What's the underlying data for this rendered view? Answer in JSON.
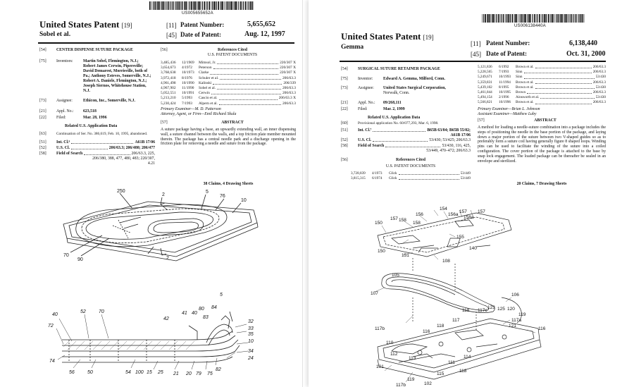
{
  "left": {
    "barcode_number": "US005655652A",
    "title": "United States Patent",
    "title_code": "[19]",
    "inventor_short": "Sobel et al.",
    "patent_number_code": "[11]",
    "patent_number_label": "Patent Number:",
    "patent_number": "5,655,652",
    "date_code": "[45]",
    "date_label": "Date of Patent:",
    "date": "Aug. 12, 1997",
    "field54_code": "[54]",
    "field54": "CENTER DISPENSE SUTURE PACKAGE",
    "field75_code": "[75]",
    "field75_label": "Inventors:",
    "inventors": [
      "Martin Sobel, Flemington, N.J.;",
      "Robert James Cerwin, Pipersville;",
      "David Demarest, Morrisville, both of",
      "Pa.; Anthony Esteves, Somerville, N.J.;",
      "Robert A. Daniele, Flemington, N.J.;",
      "Joseph Siernos, Whitehouse Station,",
      "N.J."
    ],
    "field73_code": "[73]",
    "field73_label": "Assignee:",
    "assignee": "Ethicon, Inc., Somerville, N.J.",
    "field21_code": "[21]",
    "field21_label": "Appl. No.:",
    "appl_no": "623,518",
    "field22_code": "[22]",
    "field22_label": "Filed:",
    "filed": "Mar. 28, 1996",
    "related_heading": "Related U.S. Application Data",
    "field63_code": "[63]",
    "field63": "Continuation of Ser. No. 386,619, Feb. 10, 1995, abandoned.",
    "field51_code": "[51]",
    "field51_label": "Int. Cl.⁶",
    "int_cl": "A61B 17/06",
    "field52_code": "[52]",
    "field52_label": "U.S. Cl.",
    "us_cl": "206/63.3; 206/480; 206/477",
    "field58_code": "[58]",
    "field58_label": "Field of Search",
    "field_search": [
      "206/63.3, 225,",
      "206/380, 388, 477, 480, 483; 220/307,",
      "4.21"
    ],
    "field56_code": "[56]",
    "refs_heading": "References Cited",
    "refs_sub": "U.S. PATENT DOCUMENTS",
    "refs": [
      {
        "num": "3,485,436",
        "date": "12/1969",
        "name": "Mimsol, Jr.",
        "cls": "220/307 X"
      },
      {
        "num": "3,654,673",
        "date": "4/1972",
        "name": "Peterson",
        "cls": "220/307 X"
      },
      {
        "num": "3,768,638",
        "date": "10/1973",
        "name": "Clarke",
        "cls": "220/307 X"
      },
      {
        "num": "3,972,418",
        "date": "8/1976",
        "name": "Schuler et al.",
        "cls": "206/63.3"
      },
      {
        "num": "4,961,498",
        "date": "10/1990",
        "name": "Kalinski",
        "cls": "206/339"
      },
      {
        "num": "4,967,902",
        "date": "11/1990",
        "name": "Sobel et al.",
        "cls": "206/63.3"
      },
      {
        "num": "5,052,551",
        "date": "10/1991",
        "name": "Cerwin",
        "cls": "206/63.3"
      },
      {
        "num": "5,213,210",
        "date": "5/1993",
        "name": "Cascio et al.",
        "cls": "206/63.3 X"
      },
      {
        "num": "5,230,424",
        "date": "7/1993",
        "name": "Alpern et al.",
        "cls": "206/63.3"
      }
    ],
    "examiner": "Primary Examiner—M. D. Patterson",
    "attorney": "Attorney, Agent, or Firm—Emil Richard Skula",
    "field57_code": "[57]",
    "abstract_heading": "ABSTRACT",
    "abstract": "A suture package having a base, an upwardly extending wall, an inner dispensing wall, a suture channel between the walls, and a top friction plate member mounted therein. The package has a central needle park and a discharge opening in the friction plate for removing a needle and suture from the package.",
    "claims": "38 Claims, 4 Drawing Sheets",
    "fig1_labels": [
      "250",
      "2",
      "5",
      "76",
      "10",
      "70",
      "90",
      "2"
    ],
    "fig2_labels": [
      "5",
      "40",
      "52",
      "70",
      "41",
      "40",
      "80",
      "84",
      "42",
      "83",
      "32",
      "33",
      "72",
      "35",
      "10",
      "34",
      "74",
      "24",
      "56",
      "50",
      "54",
      "100",
      "15",
      "25",
      "21",
      "20",
      "79",
      "75",
      "82"
    ]
  },
  "right": {
    "barcode_number": "US006138440A",
    "title": "United States Patent",
    "title_code": "[19]",
    "inventor_short": "Gemma",
    "patent_number_code": "[11]",
    "patent_number_label": "Patent Number:",
    "patent_number": "6,138,440",
    "date_code": "[45]",
    "date_label": "Date of Patent:",
    "date": "Oct. 31, 2000",
    "field54_code": "[54]",
    "field54": "SURGICAL SUTURE RETAINER PACKAGE",
    "field75_code": "[75]",
    "field75_label": "Inventor:",
    "inventor": "Edward A. Gemma, Milford, Conn.",
    "field73_code": "[73]",
    "field73_label": "Assignee:",
    "assignee": [
      "United States Surgical Corporation,",
      "Norwalk, Conn."
    ],
    "field21_code": "[21]",
    "field21_label": "Appl. No.:",
    "appl_no": "09/268,111",
    "field22_code": "[22]",
    "field22_label": "Filed:",
    "filed": "Mar. 2, 1999",
    "related_heading": "Related U.S. Application Data",
    "field60_code": "[60]",
    "field60": "Provisional application No. 60/077,293, Mar. 6, 1998.",
    "field51_code": "[51]",
    "field51_label": "Int. Cl.⁷",
    "int_cl": [
      "B65B 63/04; B65B 55/02;",
      "A61B 17/06"
    ],
    "field52_code": "[52]",
    "field52_label": "U.S. Cl.",
    "us_cl": "53/430; 53/425; 206/63.3",
    "field58_code": "[58]",
    "field58_label": "Field of Search",
    "field_search": [
      "53/430, 116, 425,",
      "53/449, 470–472; 206/63.3"
    ],
    "field56_code": "[56]",
    "refs_heading": "References Cited",
    "refs_sub": "U.S. PATENT DOCUMENTS",
    "refs": [
      {
        "num": "3,728,839",
        "date": "4/1973",
        "name": "Glick",
        "cls": "53/449"
      },
      {
        "num": "3,815,315",
        "date": "6/1974",
        "name": "Glick",
        "cls": "53/449"
      }
    ],
    "refs_cont": [
      {
        "num": "5,121,836",
        "date": "6/1992",
        "name": "Brown et al.",
        "cls": "206/63.3"
      },
      {
        "num": "5,228,565",
        "date": "7/1993",
        "name": "Sinn",
        "cls": "206/63.3"
      },
      {
        "num": "5,249,671",
        "date": "10/1993",
        "name": "Sinn",
        "cls": "53/430"
      },
      {
        "num": "5,359,831",
        "date": "11/1994",
        "name": "Brown et al.",
        "cls": "206/63.3"
      },
      {
        "num": "5,439,102",
        "date": "8/1995",
        "name": "Brown et al.",
        "cls": "53/430"
      },
      {
        "num": "5,461,844",
        "date": "10/1995",
        "name": "Brown",
        "cls": "206/63.3"
      },
      {
        "num": "5,494,154",
        "date": "2/1996",
        "name": "Ainsworth et al.",
        "cls": "53/430"
      },
      {
        "num": "5,566,821",
        "date": "10/1996",
        "name": "Brown et al.",
        "cls": "206/63.3"
      }
    ],
    "examiner": "Primary Examiner—Brian L. Johnson",
    "assistant": "Assistant Examiner—Matthew Luby",
    "field57_code": "[57]",
    "abstract_heading": "ABSTRACT",
    "abstract": "A method for loading a needle-suture combination into a package includes the steps of positioning the needle in the base portion of the package, and laying down a major portion of the suture between two V-shaped guides so as to preferably form a suture coil having generally figure 8 shaped loops. Winding pins can be used to facilitate the winding of the suture into a coiled configuration. The cover portion of the package is attached to the base by snap lock engagement. The loaded package can be thereafter be sealed in an envelope and sterilized.",
    "claims": "20 Claims, 7 Drawing Sheets",
    "fig_labels": [
      "154",
      "156a",
      "157",
      "158a",
      "157",
      "156",
      "158",
      "155",
      "150",
      "157",
      "158",
      "140",
      "151",
      "150",
      "108",
      "106",
      "105",
      "107",
      "118",
      "117c",
      "123",
      "125",
      "120",
      "117b",
      "117",
      "118",
      "117a",
      "116",
      "119",
      "121",
      "116",
      "101",
      "112",
      "111",
      "114",
      "113",
      "115",
      "118",
      "110",
      "117b",
      "102",
      "119",
      "112"
    ]
  }
}
